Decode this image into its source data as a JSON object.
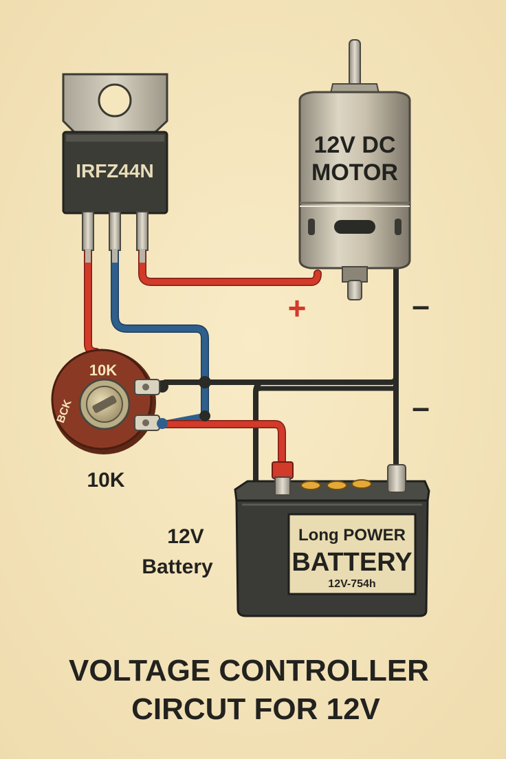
{
  "mosfet": {
    "label": "IRFZ44N"
  },
  "motor": {
    "line1": "12V DC",
    "line2": "MOTOR"
  },
  "potentiometer": {
    "top_label": "10K",
    "side_label": "BCK",
    "below_label": "10K"
  },
  "polarity": {
    "plus": "+",
    "minus_top": "–",
    "minus_bottom": "–"
  },
  "battery": {
    "side_line1": "12V",
    "side_line2": "Battery",
    "brand": "Long POWER",
    "name": "BATTERY",
    "spec": "12V-754h"
  },
  "title": {
    "line1": "VOLTAGE CONTROLLER",
    "line2": "CIRCUT FOR 12V"
  },
  "colors": {
    "background": "#f5e6be",
    "wire_red": "#d23a2a",
    "wire_blue": "#2f5f8c",
    "wire_black": "#2a2a26",
    "pot_body": "#8a3a24",
    "battery_body": "#3a3a36",
    "battery_label": "#e9dcb2"
  }
}
